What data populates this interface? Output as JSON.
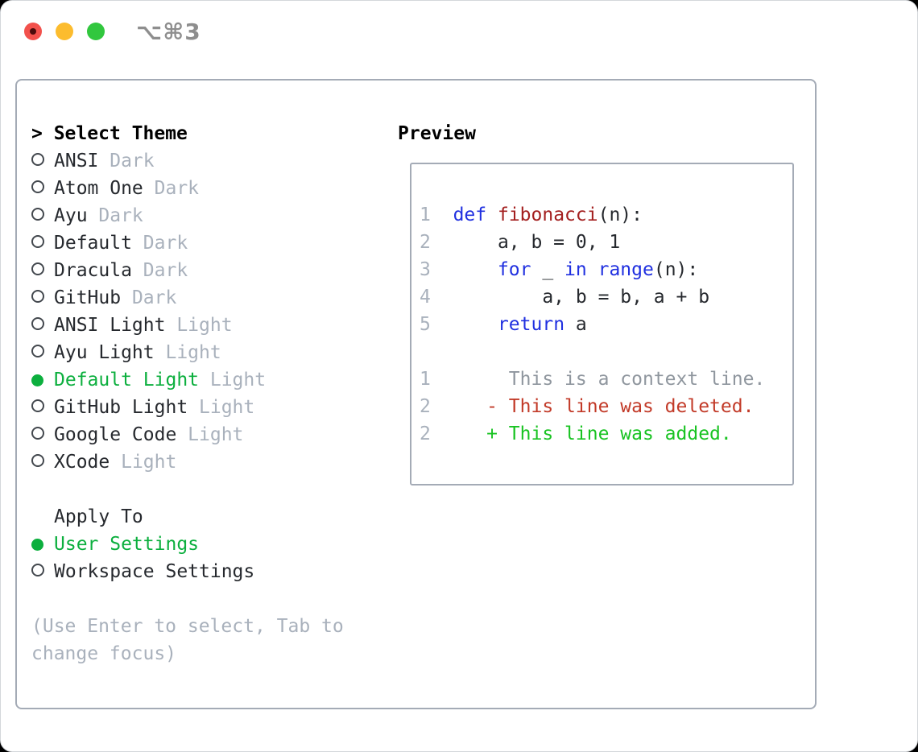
{
  "window": {
    "shortcut_label": "⌥⌘3",
    "traffic_lights": [
      "close",
      "minimize",
      "zoom"
    ]
  },
  "theme_selector": {
    "prompt": "> ",
    "title": "Select Theme",
    "items": [
      {
        "name": "ANSI",
        "variant": "Dark",
        "selected": false
      },
      {
        "name": "Atom One",
        "variant": "Dark",
        "selected": false
      },
      {
        "name": "Ayu",
        "variant": "Dark",
        "selected": false
      },
      {
        "name": "Default",
        "variant": "Dark",
        "selected": false
      },
      {
        "name": "Dracula",
        "variant": "Dark",
        "selected": false
      },
      {
        "name": "GitHub",
        "variant": "Dark",
        "selected": false
      },
      {
        "name": "ANSI Light",
        "variant": "Light",
        "selected": false
      },
      {
        "name": "Ayu Light",
        "variant": "Light",
        "selected": false
      },
      {
        "name": "Default Light",
        "variant": "Light",
        "selected": true
      },
      {
        "name": "GitHub Light",
        "variant": "Light",
        "selected": false
      },
      {
        "name": "Google Code",
        "variant": "Light",
        "selected": false
      },
      {
        "name": "XCode",
        "variant": "Light",
        "selected": false
      }
    ]
  },
  "apply_to": {
    "title": "Apply To",
    "options": [
      {
        "label": "User Settings",
        "selected": true
      },
      {
        "label": "Workspace Settings",
        "selected": false
      }
    ]
  },
  "help": {
    "line1": "(Use Enter to select, Tab to",
    "line2": "change focus)"
  },
  "preview": {
    "title": "Preview",
    "code_lines": [
      {
        "num": "1",
        "segments": [
          [
            "  ",
            "pl"
          ],
          [
            "def",
            "kw"
          ],
          [
            " ",
            "pl"
          ],
          [
            "fibonacci",
            "fn"
          ],
          [
            "(n):",
            "pl"
          ]
        ]
      },
      {
        "num": "2",
        "segments": [
          [
            "      a, b = 0, 1",
            "pl"
          ]
        ]
      },
      {
        "num": "3",
        "segments": [
          [
            "      ",
            "pl"
          ],
          [
            "for",
            "kw"
          ],
          [
            " _ ",
            "pl"
          ],
          [
            "in",
            "kw"
          ],
          [
            " ",
            "pl"
          ],
          [
            "range",
            "kw"
          ],
          [
            "(n):",
            "pl"
          ]
        ]
      },
      {
        "num": "4",
        "segments": [
          [
            "          a, b = b, a + b",
            "pl"
          ]
        ]
      },
      {
        "num": "5",
        "segments": [
          [
            "      ",
            "pl"
          ],
          [
            "return",
            "kw"
          ],
          [
            " a",
            "pl"
          ]
        ]
      }
    ],
    "diff_lines": [
      {
        "num": "1",
        "text": "       This is a context line.",
        "role": "ctx"
      },
      {
        "num": "2",
        "text": "     - This line was deleted.",
        "role": "del"
      },
      {
        "num": "2",
        "text": "     + This line was added.",
        "role": "add"
      }
    ]
  },
  "colors": {
    "ink": "#26292e",
    "muted": "#a9b1bc",
    "ctx_gray": "#8f969e",
    "border_gray": "#a4abb6",
    "ring_gray": "#43484e",
    "green_select": "#0caf3e",
    "green_added": "#19c322",
    "red_deleted": "#c23a28",
    "blue_keyword": "#2030e0",
    "maroon_function": "#a31f1f",
    "traffic_red": "#f2514c",
    "traffic_red_dot": "#4b0b0b",
    "traffic_yellow": "#fcbc2e",
    "traffic_green": "#31c73e",
    "shortcut_gray": "#8e8e8e"
  }
}
